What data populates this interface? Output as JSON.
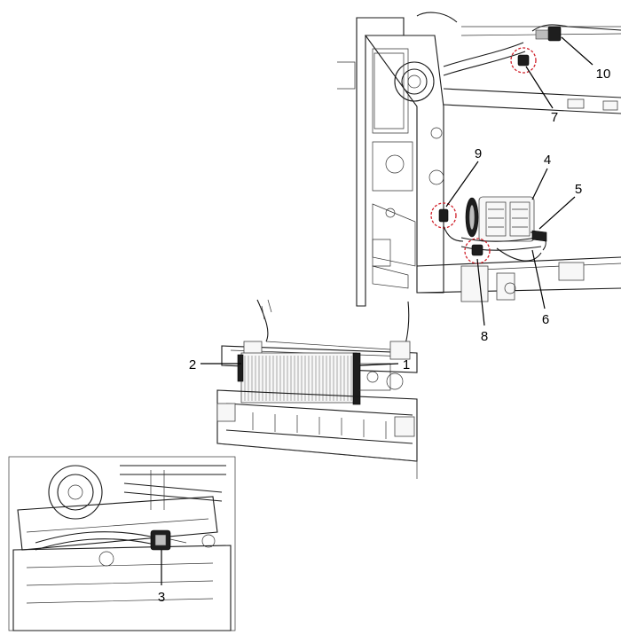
{
  "callouts": {
    "c1": "1",
    "c2": "2",
    "c3": "3",
    "c4": "4",
    "c5": "5",
    "c6": "6",
    "c7": "7",
    "c8": "8",
    "c9": "9",
    "c10": "10"
  },
  "colors": {
    "line": "#1a1a1a",
    "highlight_circle": "#d0202a",
    "background": "#ffffff"
  }
}
